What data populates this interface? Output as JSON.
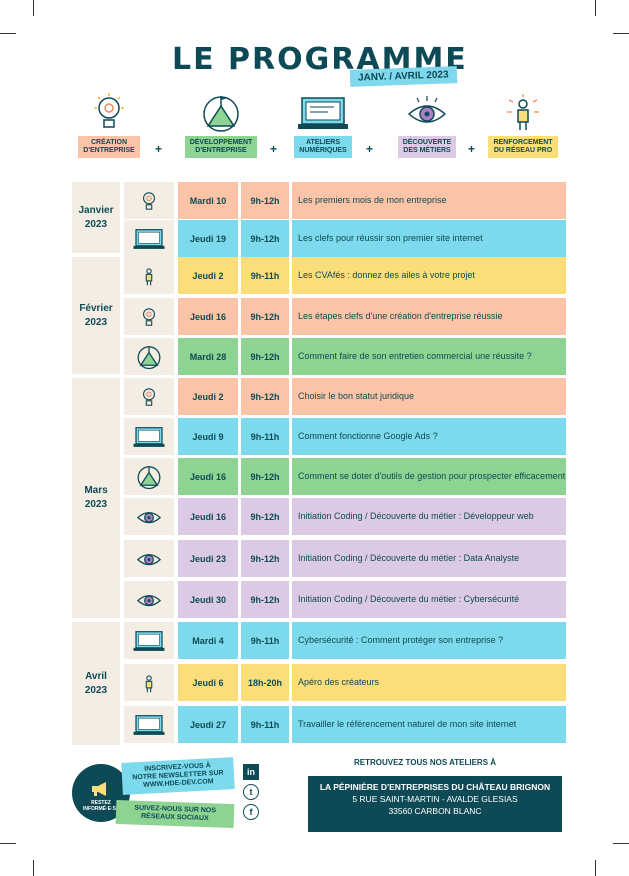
{
  "header": {
    "title": "LE PROGRAMME",
    "subtitle": "JANV. / AVRIL 2023"
  },
  "categories": [
    {
      "label_l1": "CRÉATION",
      "label_l2": "D'ENTREPRISE",
      "color": "#fbc4a6",
      "icon": "lightbulb-gear-icon"
    },
    {
      "label_l1": "DÉVELOPPEMENT",
      "label_l2": "D'ENTREPRISE",
      "color": "#8fd392",
      "icon": "mountain-flag-icon"
    },
    {
      "label_l1": "ATELIERS",
      "label_l2": "NUMÉRIQUES",
      "color": "#7dd9ec",
      "icon": "laptop-icon"
    },
    {
      "label_l1": "DÉCOUVERTE",
      "label_l2": "DES MÉTIERS",
      "color": "#dcc9e3",
      "icon": "eye-icon"
    },
    {
      "label_l1": "RENFORCEMENT",
      "label_l2": "DU RÉSEAU PRO",
      "color": "#fbdd7a",
      "icon": "person-network-icon"
    }
  ],
  "plus_sign": "+",
  "months": [
    {
      "name": "Janvier",
      "year": "2023"
    },
    {
      "name": "Février",
      "year": "2023"
    },
    {
      "name": "Mars",
      "year": "2023"
    },
    {
      "name": "Avril",
      "year": "2023"
    }
  ],
  "sessions": [
    {
      "day": "Mardi 10",
      "hours": "9h-12h",
      "title": "Les premiers mois de mon entreprise",
      "category": "creation"
    },
    {
      "day": "Jeudi 19",
      "hours": "9h-12h",
      "title": "Les clefs pour réussir son premier site internet",
      "category": "numerique"
    },
    {
      "day": "Jeudi 2",
      "hours": "9h-11h",
      "title": "Les CVAfés : donnez des ailes à votre projet",
      "category": "reseau"
    },
    {
      "day": "Jeudi 16",
      "hours": "9h-12h",
      "title": "Les étapes clefs d'une création d'entreprise réussie",
      "category": "creation"
    },
    {
      "day": "Mardi 28",
      "hours": "9h-12h",
      "title": "Comment faire de son entretien commercial une réussite ?",
      "category": "developpement"
    },
    {
      "day": "Jeudi 2",
      "hours": "9h-12h",
      "title": "Choisir le bon statut juridique",
      "category": "creation"
    },
    {
      "day": "Jeudi 9",
      "hours": "9h-11h",
      "title": "Comment fonctionne Google Ads ?",
      "category": "numerique"
    },
    {
      "day": "Jeudi 16",
      "hours": "9h-12h",
      "title": "Comment se doter d'outils de gestion pour prospecter efficacement",
      "category": "developpement"
    },
    {
      "day": "Jeudi 16",
      "hours": "9h-12h",
      "title": "Initiation Coding / Découverte du métier : Développeur web",
      "category": "metiers"
    },
    {
      "day": "Jeudi 23",
      "hours": "9h-12h",
      "title": "Initiation Coding / Découverte du métier : Data Analyste",
      "category": "metiers"
    },
    {
      "day": "Jeudi 30",
      "hours": "9h-12h",
      "title": "Initiation Coding / Découverte du métier : Cybersécurité",
      "category": "metiers"
    },
    {
      "day": "Mardi 4",
      "hours": "9h-11h",
      "title": "Cybersécurité : Comment protéger son entreprise ?",
      "category": "numerique"
    },
    {
      "day": "Jeudi 6",
      "hours": "18h-20h",
      "title": "Apéro des créateurs",
      "category": "reseau"
    },
    {
      "day": "Jeudi 27",
      "hours": "9h-11h",
      "title": "Travailler le référencement naturel de mon site internet",
      "category": "numerique"
    }
  ],
  "footer": {
    "badge_text_l1": "RESTEZ",
    "badge_text_l2": "INFORMÉ·E·S !",
    "newsletter_l1": "INSCRIVEZ-VOUS À",
    "newsletter_l2": "NOTRE NEWSLETTER SUR",
    "newsletter_l3": "WWW.HDE-DEV.COM",
    "social_l1": "SUIVEZ-NOUS SUR NOS",
    "social_l2": "RÉSEAUX SOCIAUX",
    "social_icons": [
      "linkedin-icon",
      "twitter-icon",
      "facebook-icon"
    ],
    "retrouvez": "RETROUVEZ TOUS NOS ATELIERS À",
    "address_l1": "LA PÉPINIÈRE D'ENTREPRISES DU CHÂTEAU BRIGNON",
    "address_l2": "5 RUE SAINT-MARTIN - AVALDE GLESIAS",
    "address_l3": "33560 CARBON BLANC"
  }
}
